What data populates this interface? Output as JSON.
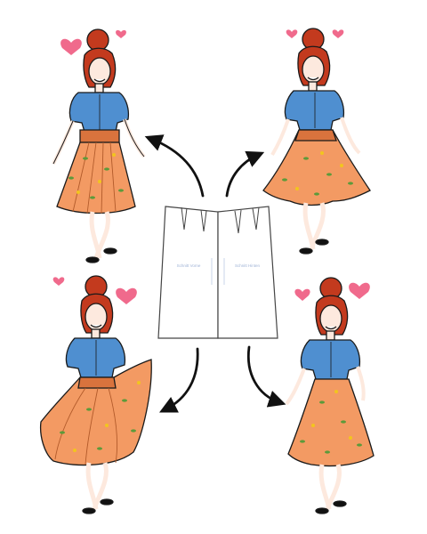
{
  "colors": {
    "hair": "#c33a1e",
    "hair_dark": "#8e2410",
    "blouse": "#4f8fd0",
    "blouse_dark": "#2f6aa8",
    "skirt": "#f39a63",
    "skirt_dark": "#d9733d",
    "leaf_green": "#5c9a3a",
    "leaf_yellow": "#f2c51e",
    "skin": "#fde9de",
    "heart": "#f06a8c",
    "pattern_fill": "#ffffff",
    "pattern_line": "#444444",
    "outline": "#1a1a1a"
  },
  "diagram": {
    "center": "pencil-skirt-pattern",
    "variants": [
      "pleated-skirt",
      "circle-skirt",
      "full-gathered-skirt",
      "flared-skirt"
    ]
  },
  "pattern": {
    "front_label": "Schnitt Vorne",
    "back_label": "Schnitt Hinten"
  }
}
